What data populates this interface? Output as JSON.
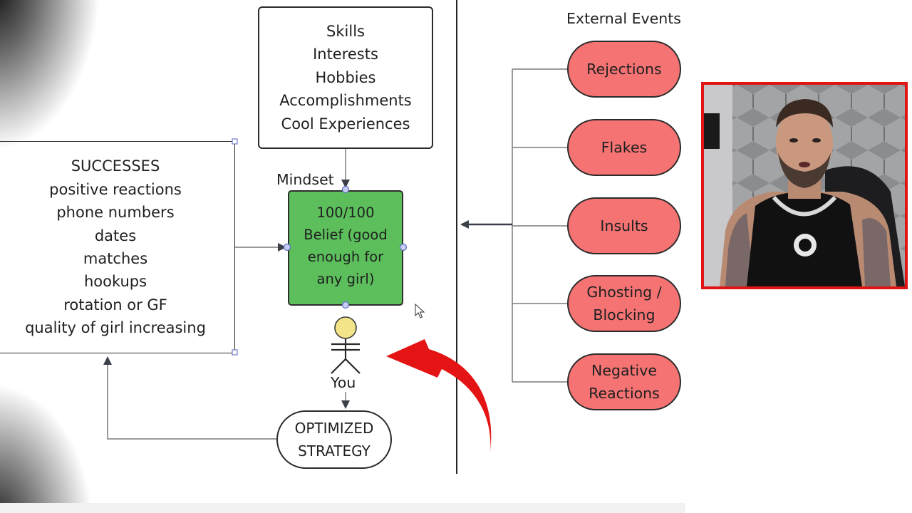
{
  "diagram": {
    "skills_box": {
      "lines": [
        "Skills",
        "Interests",
        "Hobbies",
        "Accomplishments",
        "Cool Experiences"
      ]
    },
    "successes_box": {
      "lines": [
        "SUCCESSES",
        "positive reactions",
        "phone numbers",
        "dates",
        "matches",
        "hookups",
        "rotation or GF",
        "quality of girl increasing"
      ]
    },
    "mindset_label": "Mindset",
    "belief_box": {
      "lines": [
        "100/100",
        "Belief (good",
        "enough for",
        "any girl)"
      ],
      "fill_color": "#5cbf5c"
    },
    "you_label": "You",
    "strategy_box": {
      "lines": [
        "OPTIMIZED",
        "STRATEGY"
      ]
    },
    "external_events": {
      "title": "External Events",
      "fill_color": "#f57373",
      "items": [
        {
          "lines": [
            "Rejections"
          ]
        },
        {
          "lines": [
            "Flakes"
          ]
        },
        {
          "lines": [
            "Insults"
          ]
        },
        {
          "lines": [
            "Ghosting /",
            "Blocking"
          ]
        },
        {
          "lines": [
            "Negative",
            "Reactions"
          ]
        }
      ]
    },
    "annotation": {
      "type": "curved-arrow",
      "color": "#e41414",
      "points_to": "stick-figure"
    }
  },
  "overlay": {
    "webcam": {
      "border_color": "#e01414",
      "content": "person-in-webcam"
    }
  },
  "cursor": {
    "icon": "mouse-pointer-icon"
  }
}
